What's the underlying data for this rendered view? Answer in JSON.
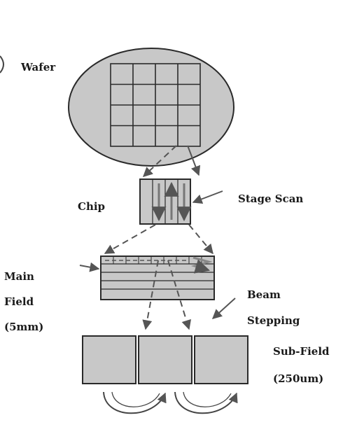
{
  "labels": {
    "wafer": "Wafer",
    "chip": "Chip",
    "stage_scan": "Stage Scan",
    "main_field_line1": "Main",
    "main_field_line2": "Field",
    "main_field_line3": "(5mm)",
    "beam_line1": "Beam",
    "beam_line2": "Stepping",
    "sub_field_line1": "Sub-Field",
    "sub_field_line2": "(250um)"
  },
  "colors": {
    "fill": "#c8c8c8",
    "stroke": "#2a2a2a",
    "arrow": "#555555",
    "background": "#ffffff"
  },
  "icons": {
    "flow_arrow": "arrow-head",
    "loop_arrow": "curved-arrow"
  }
}
